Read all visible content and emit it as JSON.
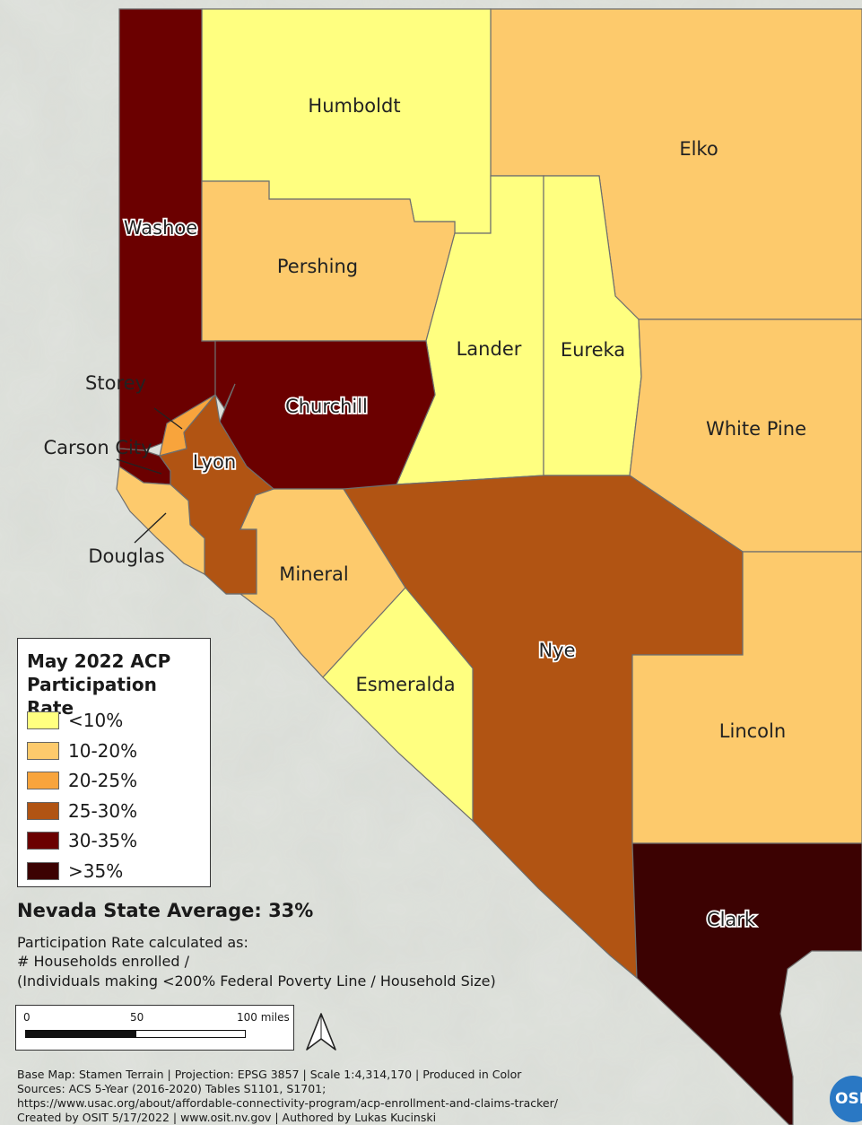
{
  "colors": {
    "lt10": "#ffff80",
    "r10_20": "#fdca6c",
    "r20_25": "#f8a43c",
    "r25_30": "#b15413",
    "r30_35": "#6b0000",
    "gt35": "#3c0202",
    "terrain": "#d9dcd6"
  },
  "counties": {
    "humboldt": "Humboldt",
    "elko": "Elko",
    "washoe": "Washoe",
    "pershing": "Pershing",
    "lander": "Lander",
    "eureka": "Eureka",
    "storey": "Storey",
    "churchill": "Churchill",
    "white_pine": "White Pine",
    "carson_city": "Carson City",
    "lyon": "Lyon",
    "douglas": "Douglas",
    "mineral": "Mineral",
    "nye": "Nye",
    "esmeralda": "Esmeralda",
    "lincoln": "Lincoln",
    "clark": "Clark"
  },
  "legend": {
    "title_line1": "May 2022 ACP",
    "title_line2": "Participation Rate",
    "items": [
      {
        "label": "<10%"
      },
      {
        "label": "10-20%"
      },
      {
        "label": "20-25%"
      },
      {
        "label": "25-30%"
      },
      {
        "label": "30-35%"
      },
      {
        "label": ">35%"
      }
    ]
  },
  "state_average": "Nevada State Average: 33%",
  "calculation": {
    "line1": "Participation Rate calculated as:",
    "line2": "# Households enrolled /",
    "line3": "(Individuals making <200% Federal Poverty Line / Household Size)"
  },
  "scale": {
    "tick0": "0",
    "tick1": "50",
    "tick2": "100 miles"
  },
  "footer": {
    "line1": "Base Map: Stamen Terrain | Projection: EPSG 3857 | Scale 1:4,314,170 | Produced in Color",
    "line2": "Sources: ACS 5-Year (2016-2020) Tables S1101, S1701;",
    "line3": "https://www.usac.org/about/affordable-connectivity-program/acp-enrollment-and-claims-tracker/",
    "line4": "Created by OSIT 5/17/2022 | www.osit.nv.gov | Authored by Lukas Kucinski"
  },
  "logo_text": "OSIT"
}
